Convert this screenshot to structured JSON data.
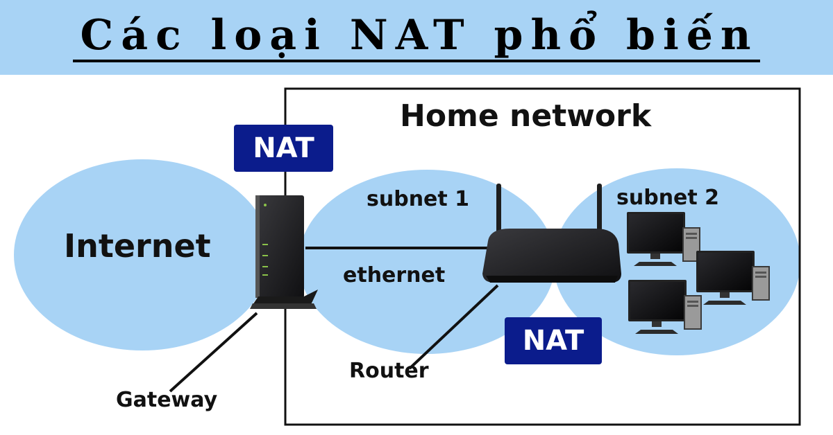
{
  "title": "Các loại NAT phổ biến",
  "diagram": {
    "home_network_label": "Home network",
    "internet_label": "Internet",
    "subnet1_label": "subnet 1",
    "subnet2_label": "subnet 2",
    "ethernet_label": "ethernet",
    "router_label": "Router",
    "gateway_label": "Gateway",
    "nat_badge_gateway": "NAT",
    "nat_badge_router": "NAT"
  },
  "colors": {
    "banner": "#a8d3f5",
    "cloud": "#a8d3f5",
    "badge": "#0b1c8c"
  },
  "icons": [
    "modem-gateway-icon",
    "wifi-router-icon",
    "desktop-computer-icon"
  ]
}
